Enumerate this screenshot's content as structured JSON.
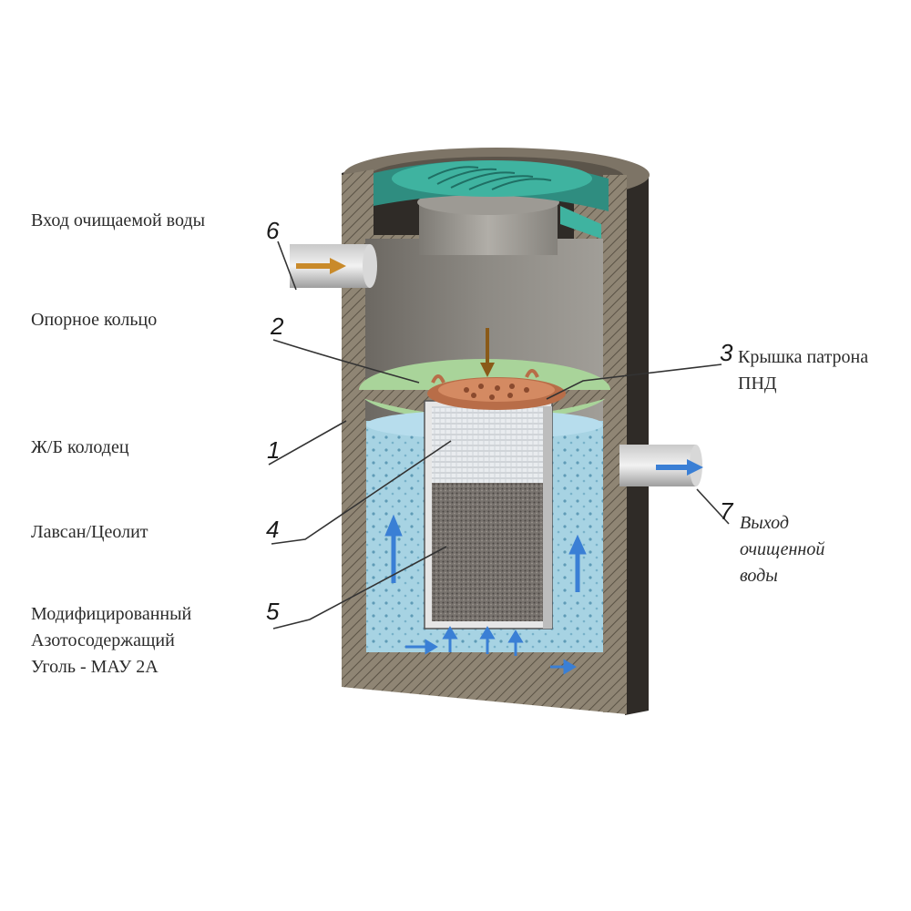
{
  "labels": {
    "inlet": "Вход очищаемой воды",
    "support_ring": "Опорное кольцо",
    "well": "Ж/Б колодец",
    "lavsan": "Лавсан/Цеолит",
    "charcoal_line1": "Модифицированный",
    "charcoal_line2": "Азотосодержащий",
    "charcoal_line3": "Уголь - МАУ 2А",
    "cap_line1": "Крышка патрона",
    "cap_line2": "ПНД",
    "outlet_line1": "Выход",
    "outlet_line2": "очищенной",
    "outlet_line3": "воды"
  },
  "numbers": {
    "n1": "1",
    "n2": "2",
    "n3": "3",
    "n4": "4",
    "n5": "5",
    "n6": "6",
    "n7": "7"
  },
  "colors": {
    "concrete": "#8a8070",
    "water": "#9fcfe0",
    "cover": "#3fb3a0",
    "ring": "#a9d49a",
    "cartridge_cap": "#c77a52",
    "flow_arrow": "#3a7fd5",
    "inlet_arrow": "#c98a2a"
  }
}
